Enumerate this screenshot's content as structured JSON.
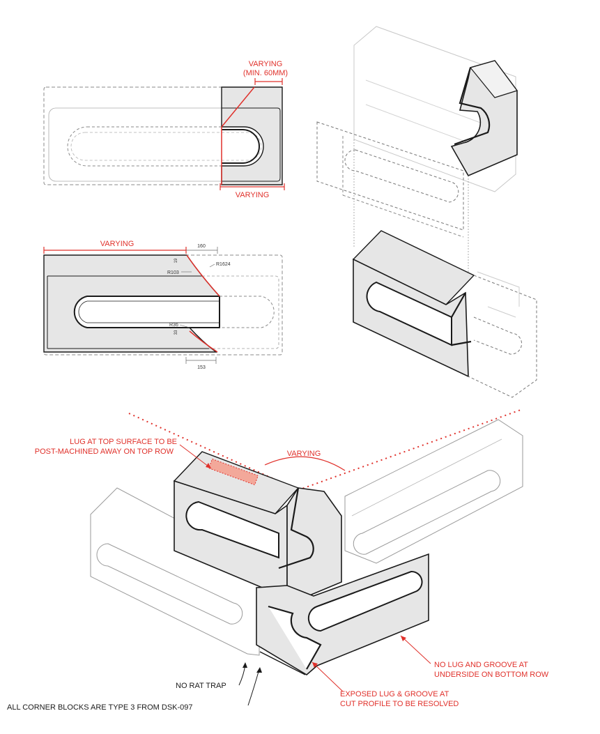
{
  "colors": {
    "accent": "#e0302a",
    "line": "#1a1a1a",
    "faint": "#9a9a9a",
    "fill": "#e6e6e6",
    "fill_dark": "#bfbfbf"
  },
  "plan_top": {
    "varying_min_line1": "VARYING",
    "varying_min_line2": "(MIN. 60MM)",
    "varying_bottom": "VARYING"
  },
  "plan_bottom": {
    "varying": "VARYING",
    "dim_160": "160",
    "dim_19": "19",
    "dim_r1624": "R1624",
    "dim_r103": "R103",
    "dim_r36": "R36",
    "dim_33": "33",
    "dim_153": "153"
  },
  "axo": {
    "varying": "VARYING",
    "lug_note_line1": "LUG AT TOP SURFACE TO BE",
    "lug_note_line2": "POST-MACHINED AWAY ON TOP ROW",
    "no_lug_line1": "NO LUG AND GROOVE AT",
    "no_lug_line2": "UNDERSIDE ON BOTTOM ROW",
    "exposed_line1": "EXPOSED LUG & GROOVE AT",
    "exposed_line2": "CUT PROFILE TO BE RESOLVED",
    "no_rat_trap": "NO RAT TRAP",
    "corner_blocks": "ALL CORNER BLOCKS ARE TYPE 3 FROM DSK-097"
  }
}
